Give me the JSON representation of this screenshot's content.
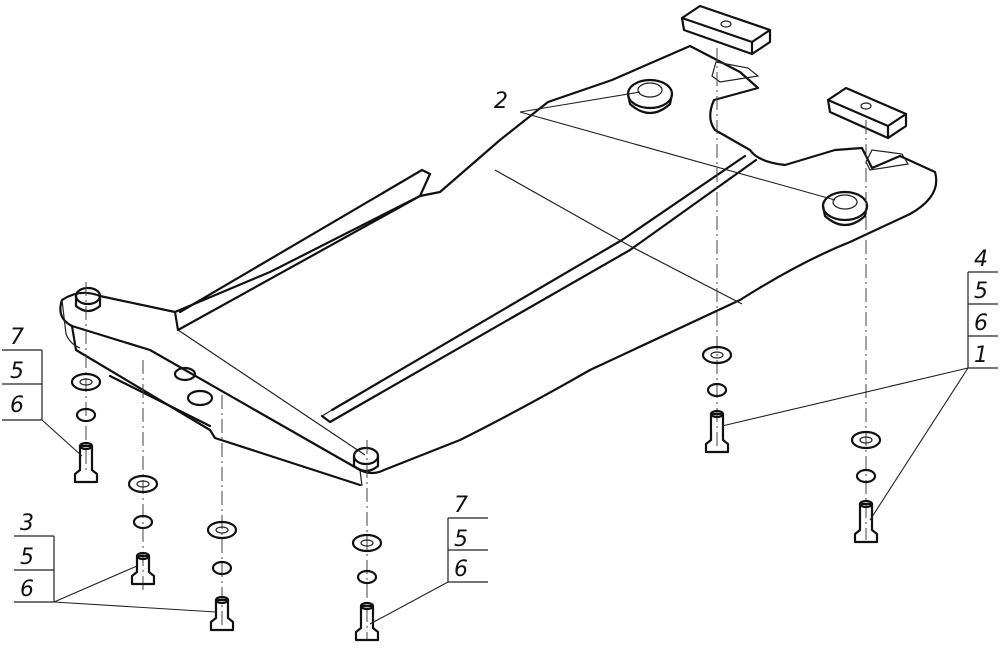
{
  "callouts": {
    "c2": "2",
    "stack_left": [
      "7",
      "5",
      "6"
    ],
    "stack_bottom_left": [
      "3",
      "5",
      "6"
    ],
    "stack_bottom_center": [
      "7",
      "5",
      "6"
    ],
    "stack_right": [
      "4",
      "5",
      "6",
      "1"
    ]
  },
  "colors": {
    "line": "#111111",
    "background": "#ffffff"
  }
}
